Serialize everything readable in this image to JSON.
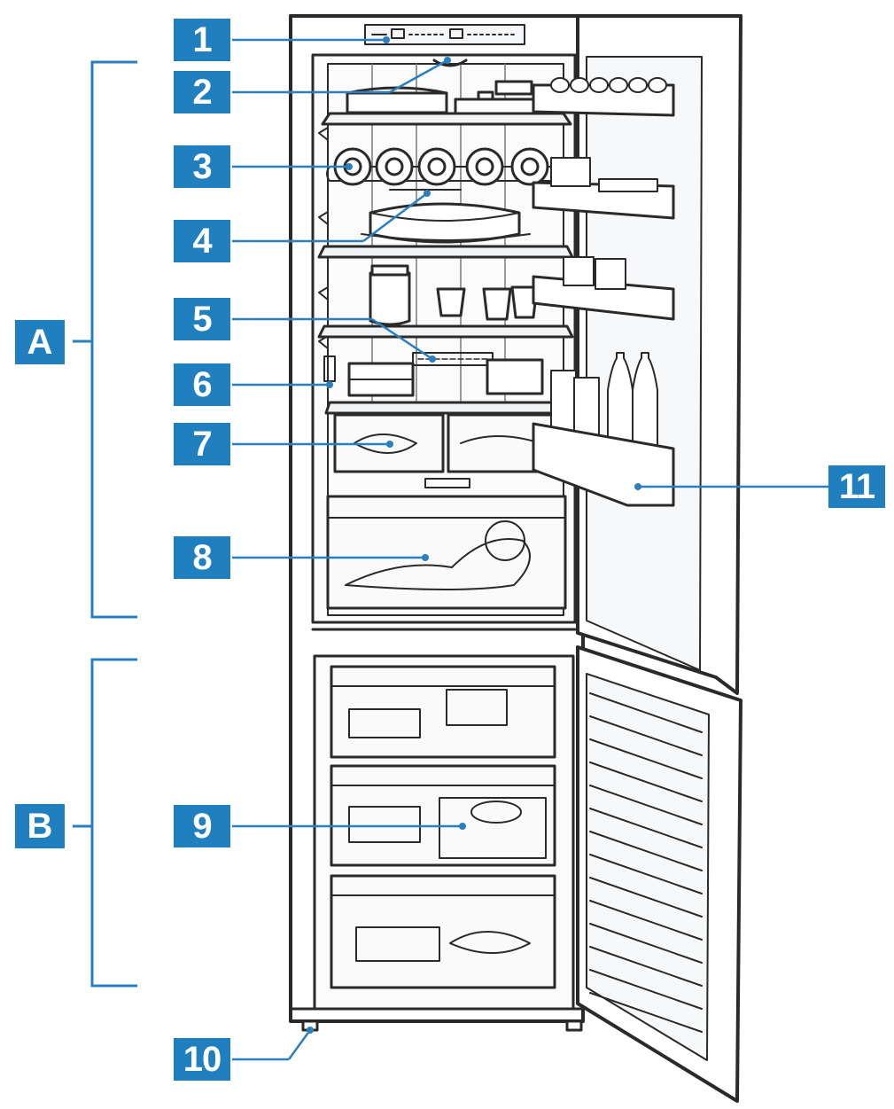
{
  "colors": {
    "badge": "#1f7fbf",
    "line": "#2a2a2a",
    "pointer": "#2a7fbf",
    "fridge_fill": "#ffffff",
    "shade": "#e9ecee"
  },
  "sections": [
    {
      "id": "A",
      "label": "A"
    },
    {
      "id": "B",
      "label": "B"
    }
  ],
  "callouts": [
    {
      "id": "1",
      "label": "1"
    },
    {
      "id": "2",
      "label": "2"
    },
    {
      "id": "3",
      "label": "3"
    },
    {
      "id": "4",
      "label": "4"
    },
    {
      "id": "5",
      "label": "5"
    },
    {
      "id": "6",
      "label": "6"
    },
    {
      "id": "7",
      "label": "7"
    },
    {
      "id": "8",
      "label": "8"
    },
    {
      "id": "9",
      "label": "9"
    },
    {
      "id": "10",
      "label": "10"
    },
    {
      "id": "11",
      "label": "11"
    }
  ]
}
